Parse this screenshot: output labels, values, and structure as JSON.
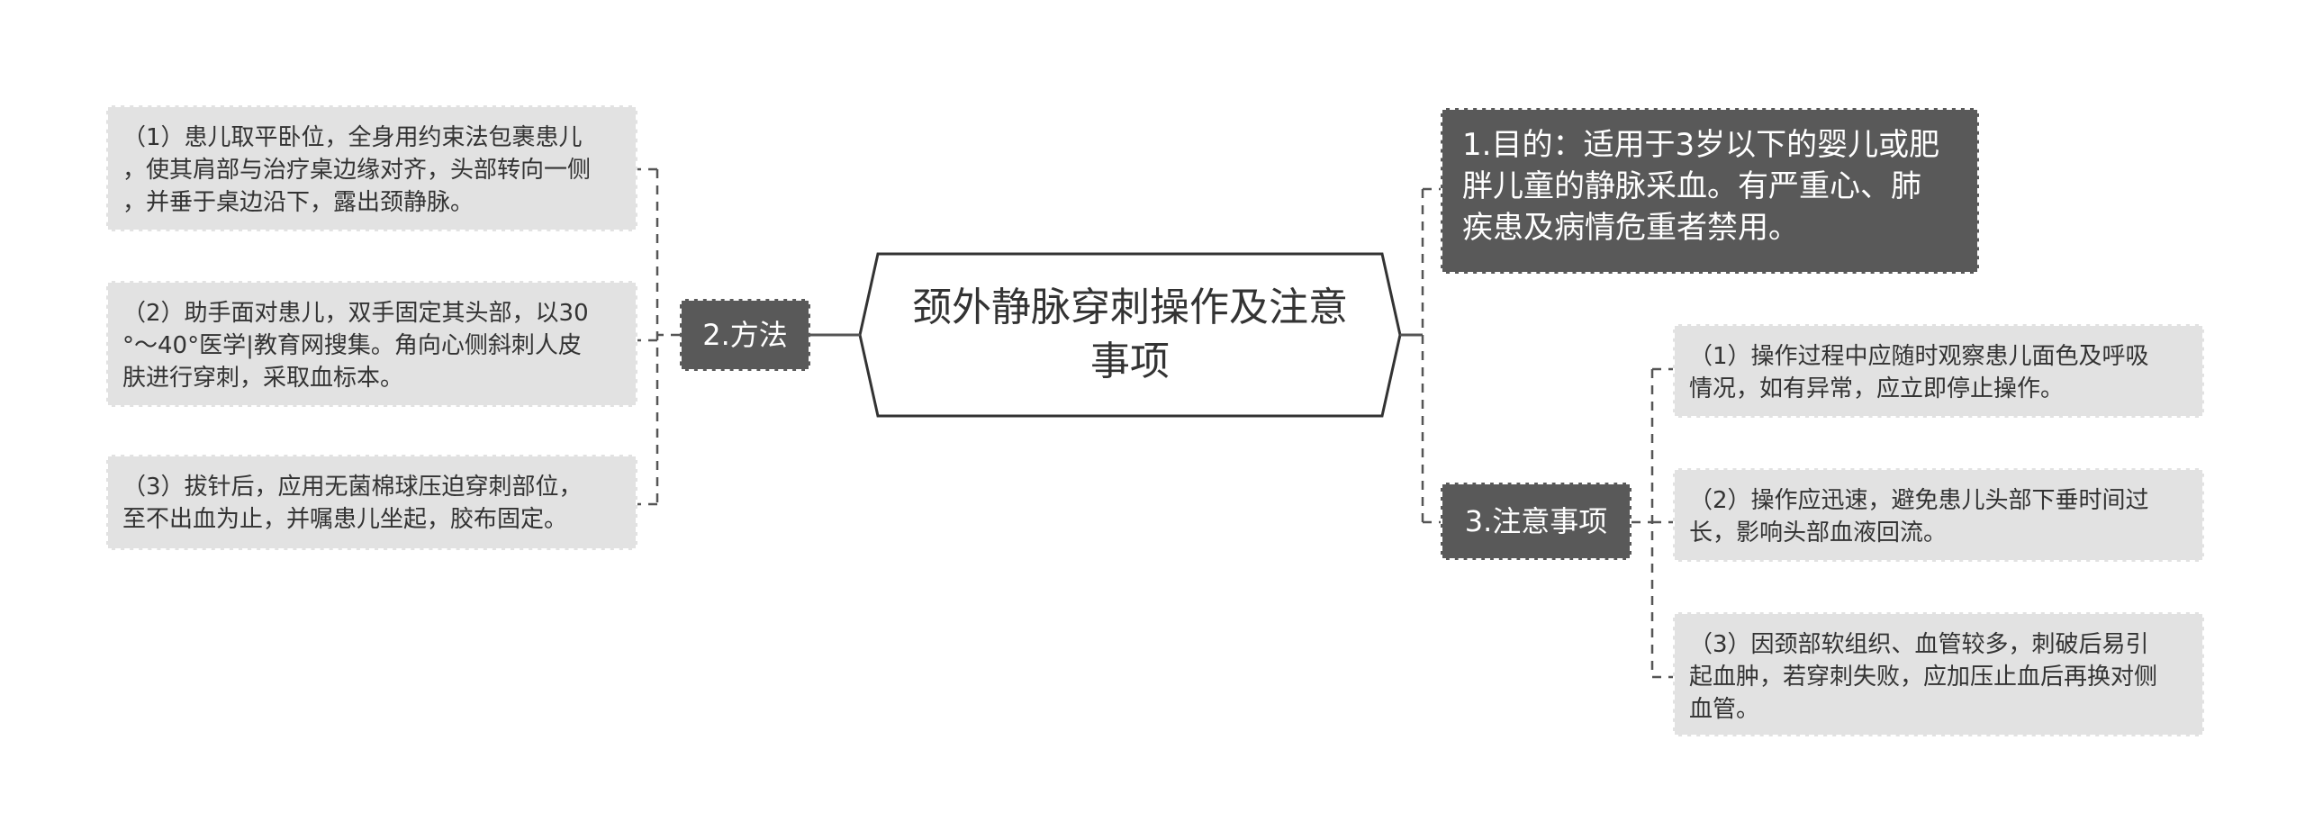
{
  "center": {
    "title": "颈外静脉穿刺操作及注意\n事项"
  },
  "branches": {
    "method": {
      "label": "2.方法",
      "items": [
        "（1）患儿取平卧位，全身用约束法包裹患儿\n，使其肩部与治疗桌边缘对齐，头部转向一侧\n，并垂于桌边沿下，露出颈静脉。",
        "（2）助手面对患儿，双手固定其头部，以30\n°～40°医学|教育网搜集。角向心侧斜刺人皮\n肤进行穿刺，采取血标本。",
        "（3）拔针后，应用无菌棉球压迫穿刺部位，\n至不出血为止，并嘱患儿坐起，胶布固定。"
      ]
    },
    "goal": {
      "text": "1.目的：适用于3岁以下的婴儿或肥\n胖儿童的静脉采血。有严重心、肺\n疾患及病情危重者禁用。"
    },
    "notes": {
      "label": "3.注意事项",
      "items": [
        "（1）操作过程中应随时观察患儿面色及呼吸\n情况，如有异常，应立即停止操作。",
        "（2）操作应迅速，避免患儿头部下垂时间过\n长，影响头部血液回流。",
        "（3）因颈部软组织、血管较多，刺破后易引\n起血肿，若穿刺失败，应加压止血后再换对侧\n血管。"
      ]
    }
  }
}
